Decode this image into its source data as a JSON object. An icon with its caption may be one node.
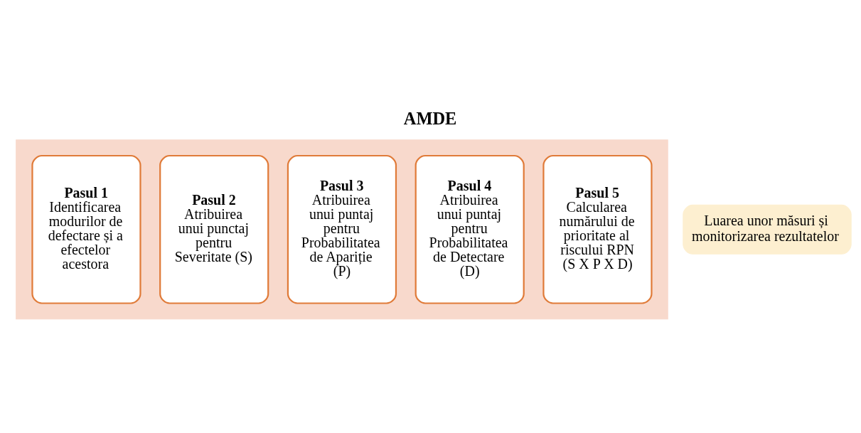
{
  "diagram": {
    "title": "AMDE",
    "nodes": [
      {
        "text": [],
        "shape": "arrow"
      },
      {
        "text": [
          "Pasul 1",
          "Identificarea modurilor de defectare și a efectelor acestora"
        ],
        "in": 0
      },
      {
        "text": [
          "Pasul 2",
          "Atribuirea unui punctaj pentru Severitate (S)"
        ],
        "in": 0
      },
      {
        "text": [
          "Pasul 3",
          "Atribuirea unui puntaj pentru Probabilitatea de Apariție (P)"
        ],
        "in": 0
      },
      {
        "text": [
          "Pasul 4",
          "Atribuirea unui puntaj pentru Probabilitatea de Detectare (D)"
        ],
        "in": 0
      },
      {
        "text": [
          "Pasul 5",
          "Calcularea numărului de prioritate al riscului RPN (S X P X D)"
        ],
        "in": 0
      },
      {
        "text": [
          "Luarea unor măsuri și monitorizarea rezultatelor"
        ]
      }
    ],
    "edges": []
  }
}
